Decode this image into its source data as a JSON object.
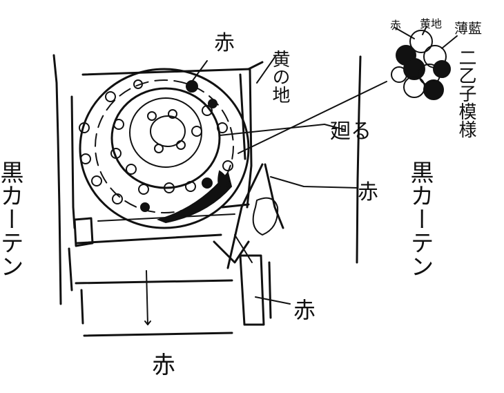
{
  "labels": {
    "aka_top": "赤",
    "ki_no_ji": "黄の地",
    "legend_aka": "赤",
    "legend_kiji": "黄地",
    "legend_usuai": "薄藍",
    "legend_desc": "二乙子模様",
    "mawaru": "廻る",
    "aka_right_curtain": "赤",
    "left_curtain": "黒カーテン",
    "right_curtain": "黒カーテン",
    "aka_lower_right": "赤",
    "aka_bottom": "赤"
  },
  "colors": {
    "ink": "#111111",
    "paper": "#ffffff"
  }
}
